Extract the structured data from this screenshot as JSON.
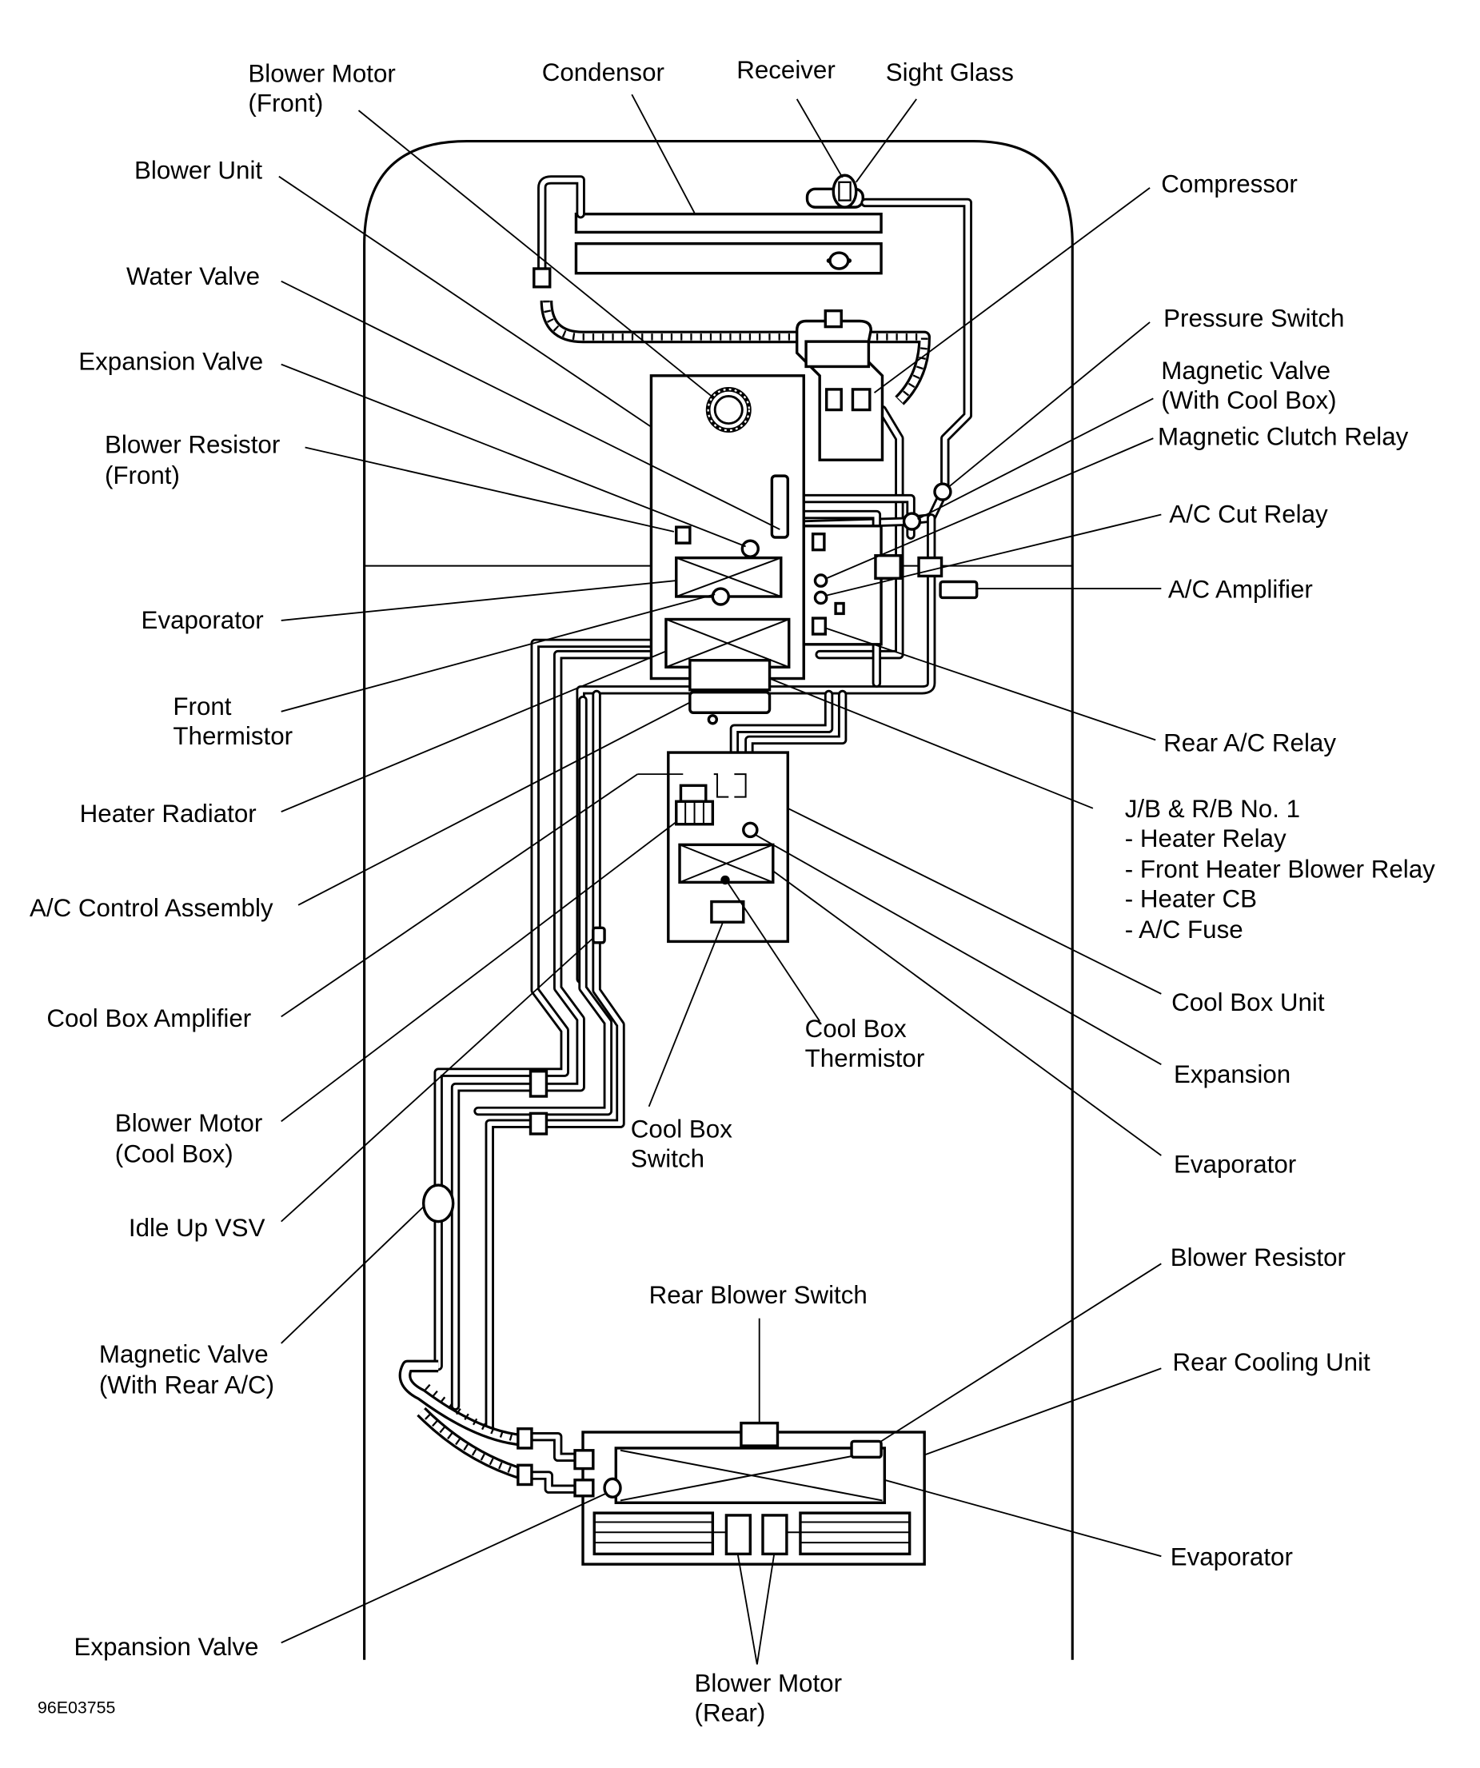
{
  "figure": {
    "code": "96E03755",
    "subject": "A/C system component locations (top view of vehicle)"
  },
  "labels": {
    "blower_motor_front": [
      "Blower Motor",
      "(Front)"
    ],
    "condensor": [
      "Condensor"
    ],
    "receiver": [
      "Receiver"
    ],
    "sight_glass": [
      "Sight Glass"
    ],
    "blower_unit": [
      "Blower Unit"
    ],
    "compressor": [
      "Compressor"
    ],
    "water_valve": [
      "Water Valve"
    ],
    "pressure_switch": [
      "Pressure Switch"
    ],
    "expansion_valve_front": [
      "Expansion Valve"
    ],
    "magnetic_valve_cool_box": [
      "Magnetic Valve",
      "(With Cool Box)"
    ],
    "magnetic_clutch_relay": [
      "Magnetic Clutch Relay"
    ],
    "blower_resistor_front": [
      "Blower Resistor",
      "(Front)"
    ],
    "ac_cut_relay": [
      "A/C Cut Relay"
    ],
    "ac_amplifier": [
      "A/C Amplifier"
    ],
    "evaporator_front": [
      "Evaporator"
    ],
    "front_thermistor": [
      "Front",
      "Thermistor"
    ],
    "rear_ac_relay": [
      "Rear A/C Relay"
    ],
    "heater_radiator": [
      "Heater Radiator"
    ],
    "jb_rb": [
      "J/B & R/B No. 1",
      "-  Heater Relay",
      "-  Front Heater Blower Relay",
      "-  Heater CB",
      "-  A/C Fuse"
    ],
    "ac_control_assembly": [
      "A/C Control Assembly"
    ],
    "cool_box_amplifier": [
      "Cool Box Amplifier"
    ],
    "cool_box_unit": [
      "Cool Box Unit"
    ],
    "cool_box_thermistor": [
      "Cool Box",
      "Thermistor"
    ],
    "expansion_cool_box": [
      "Expansion"
    ],
    "blower_motor_cool_box": [
      "Blower Motor",
      "(Cool Box)"
    ],
    "cool_box_switch": [
      "Cool Box",
      "Switch"
    ],
    "evaporator_cool_box": [
      "Evaporator"
    ],
    "idle_up_vsv": [
      "Idle Up VSV"
    ],
    "blower_resistor_rear": [
      "Blower Resistor"
    ],
    "rear_blower_switch": [
      "Rear Blower Switch"
    ],
    "magnetic_valve_rear": [
      "Magnetic Valve",
      "(With Rear A/C)"
    ],
    "rear_cooling_unit": [
      "Rear Cooling Unit"
    ],
    "evaporator_rear": [
      "Evaporator"
    ],
    "expansion_valve_rear": [
      "Expansion Valve"
    ],
    "blower_motor_rear": [
      "Blower Motor",
      "(Rear)"
    ]
  }
}
